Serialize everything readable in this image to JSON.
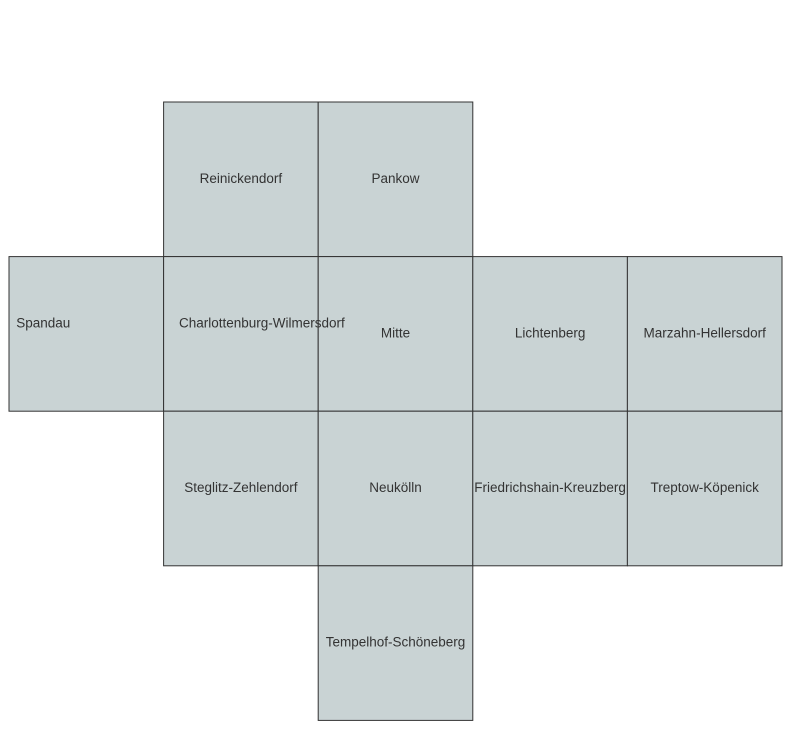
{
  "map": {
    "tile_fill": "#c9d3d4",
    "tile_stroke": "#333333",
    "label_color": "#333333",
    "districts": [
      {
        "name": "Reinickendorf",
        "row": 0,
        "col": 1
      },
      {
        "name": "Pankow",
        "row": 0,
        "col": 2
      },
      {
        "name": "Spandau",
        "row": 1,
        "col": 0
      },
      {
        "name": "Charlottenburg-Wilmersdorf",
        "row": 1,
        "col": 1
      },
      {
        "name": "Mitte",
        "row": 1,
        "col": 2
      },
      {
        "name": "Lichtenberg",
        "row": 1,
        "col": 3
      },
      {
        "name": "Marzahn-Hellersdorf",
        "row": 1,
        "col": 4
      },
      {
        "name": "Steglitz-Zehlendorf",
        "row": 2,
        "col": 1
      },
      {
        "name": "Neukölln",
        "row": 2,
        "col": 2
      },
      {
        "name": "Friedrichshain-Kreuzberg",
        "row": 2,
        "col": 3
      },
      {
        "name": "Treptow-Köpenick",
        "row": 2,
        "col": 4
      },
      {
        "name": "Tempelhof-Schöneberg",
        "row": 3,
        "col": 2
      }
    ]
  }
}
